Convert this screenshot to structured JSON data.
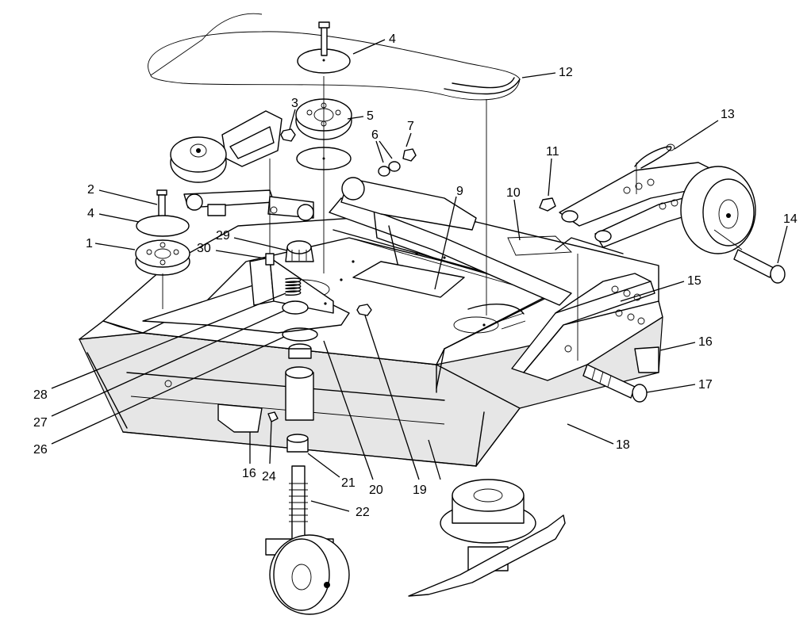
{
  "callouts": [
    {
      "id": "c4a",
      "label": "4"
    },
    {
      "id": "c12",
      "label": "12"
    },
    {
      "id": "c3",
      "label": "3"
    },
    {
      "id": "c5",
      "label": "5"
    },
    {
      "id": "c7",
      "label": "7"
    },
    {
      "id": "c6",
      "label": "6"
    },
    {
      "id": "c13",
      "label": "13"
    },
    {
      "id": "c11",
      "label": "11"
    },
    {
      "id": "c2",
      "label": "2"
    },
    {
      "id": "c9",
      "label": "9"
    },
    {
      "id": "c10",
      "label": "10"
    },
    {
      "id": "c4b",
      "label": "4"
    },
    {
      "id": "c14",
      "label": "14"
    },
    {
      "id": "c1",
      "label": "1"
    },
    {
      "id": "c29",
      "label": "29"
    },
    {
      "id": "c30",
      "label": "30"
    },
    {
      "id": "c15",
      "label": "15"
    },
    {
      "id": "c16a",
      "label": "16"
    },
    {
      "id": "c17",
      "label": "17"
    },
    {
      "id": "c28",
      "label": "28"
    },
    {
      "id": "c27",
      "label": "27"
    },
    {
      "id": "c26",
      "label": "26"
    },
    {
      "id": "c18",
      "label": "18"
    },
    {
      "id": "c16b",
      "label": "16"
    },
    {
      "id": "c24",
      "label": "24"
    },
    {
      "id": "c21",
      "label": "21"
    },
    {
      "id": "c20",
      "label": "20"
    },
    {
      "id": "c19",
      "label": "19"
    },
    {
      "id": "c22",
      "label": "22"
    }
  ]
}
